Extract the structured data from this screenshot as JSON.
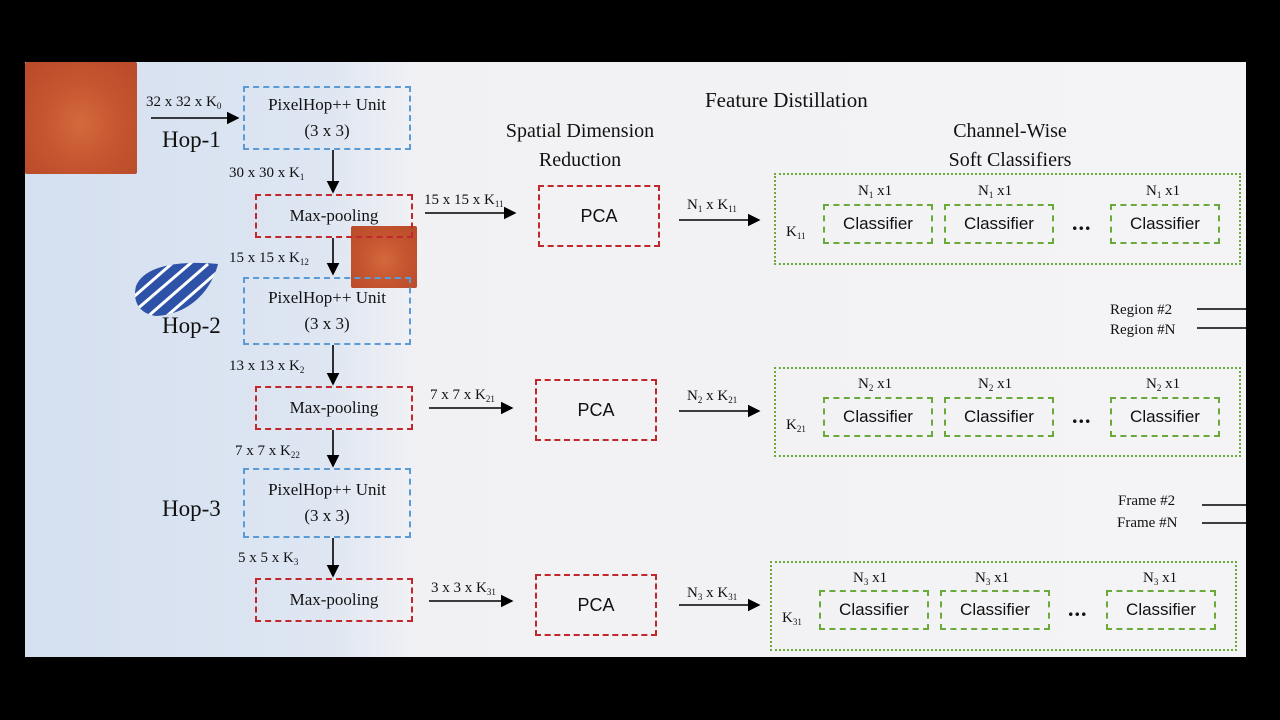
{
  "title": "Feature Distillation",
  "sdr_title": [
    "Spatial Dimension",
    "Reduction"
  ],
  "cw_title": [
    "Channel-Wise",
    "Soft Classifiers"
  ],
  "hops": [
    "Hop-1",
    "Hop-2",
    "Hop-3"
  ],
  "pixelhop": [
    "PixelHop++ Unit",
    "(3 x 3)"
  ],
  "maxpool": "Max-pooling",
  "pca": "PCA",
  "classifier": "Classifier",
  "ellipsis": "...",
  "input_label": {
    "main": "32 x 32 x K",
    "sub": "0"
  },
  "dims": [
    {
      "main": "30 x 30 x K",
      "sub": "1"
    },
    {
      "main": "15 x 15 x K",
      "sub": "12"
    },
    {
      "main": "13 x 13 x K",
      "sub": "2"
    },
    {
      "main": "7 x 7 x K",
      "sub": "22"
    },
    {
      "main": "5 x 5 x K",
      "sub": "3"
    }
  ],
  "pca_in": [
    {
      "main": "15 x 15 x K",
      "sub": "11"
    },
    {
      "main": "7 x 7 x K",
      "sub": "21"
    },
    {
      "main": "3 x 3 x K",
      "sub": "31"
    }
  ],
  "pca_out": [
    {
      "a": "N",
      "asub": "1",
      "b": " x K",
      "bsub": "11"
    },
    {
      "a": "N",
      "asub": "2",
      "b": " x K",
      "bsub": "21"
    },
    {
      "a": "N",
      "asub": "3",
      "b": " x K",
      "bsub": "31"
    }
  ],
  "group_k": [
    {
      "main": "K",
      "sub": "11"
    },
    {
      "main": "K",
      "sub": "21"
    },
    {
      "main": "K",
      "sub": "31"
    }
  ],
  "clf_top": [
    {
      "main": "N",
      "sub": "1",
      "tail": " x1"
    },
    {
      "main": "N",
      "sub": "2",
      "tail": " x1"
    },
    {
      "main": "N",
      "sub": "3",
      "tail": " x1"
    }
  ],
  "region_labels": [
    "Region #2",
    "Region #N"
  ],
  "frame_labels": [
    "Frame #2",
    "Frame #N"
  ],
  "colors": {
    "blue": "#5b9bd5",
    "red": "#c0282c",
    "green": "#6aaa3a",
    "logo": "#2e52a8"
  }
}
